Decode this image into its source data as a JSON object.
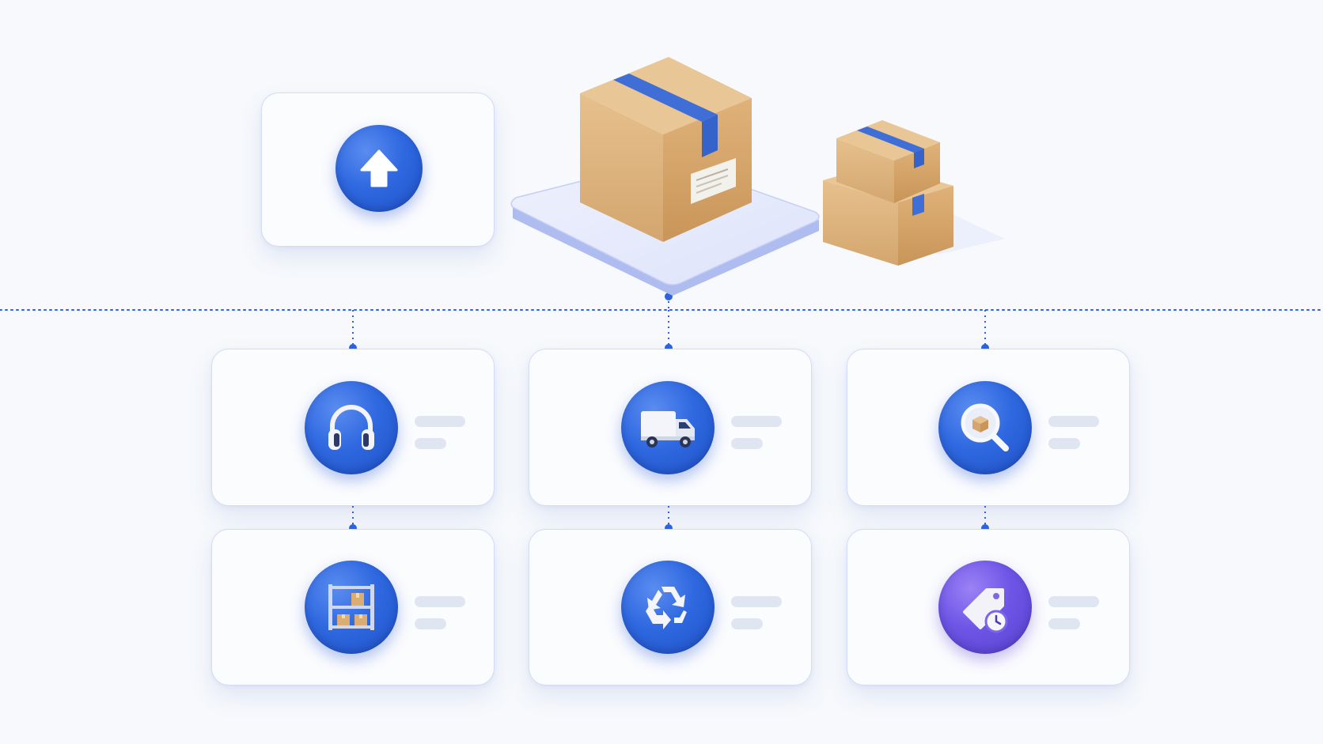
{
  "colors": {
    "background": "#f7f9fc",
    "accent_blue": "#2f68e0",
    "accent_purple": "#6e55e6",
    "connector": "#2d63de",
    "card_border": "#d3dcf3",
    "cardboard": "#d4a66e",
    "tape": "#4070d8"
  },
  "diagram": {
    "top_card": {
      "icon": "upload-arrow-icon"
    },
    "cards": [
      {
        "icon": "headphones-icon",
        "color": "blue"
      },
      {
        "icon": "delivery-truck-icon",
        "color": "blue"
      },
      {
        "icon": "package-search-icon",
        "color": "blue"
      },
      {
        "icon": "warehouse-shelf-icon",
        "color": "blue"
      },
      {
        "icon": "recycle-icon",
        "color": "blue"
      },
      {
        "icon": "price-tag-clock-icon",
        "color": "purple"
      }
    ]
  }
}
